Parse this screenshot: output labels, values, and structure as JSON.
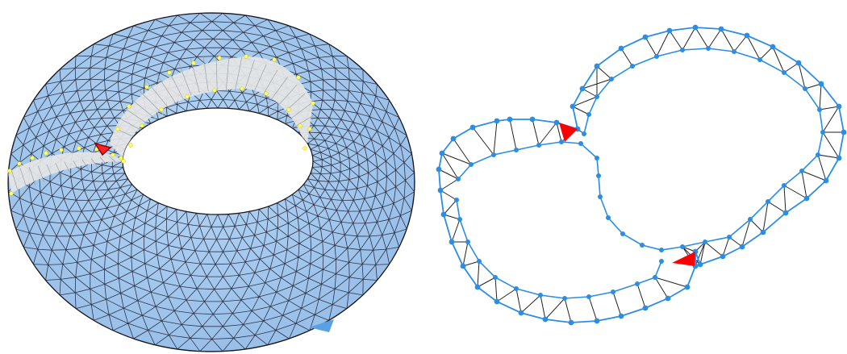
{
  "figure": {
    "panels": [
      {
        "id": "torus-mesh",
        "kind": "3d-triangulated-torus"
      },
      {
        "id": "cut-strip",
        "kind": "flattened-triangle-strip-loop"
      }
    ]
  },
  "colors": {
    "surface_fill": "#a8ccf0",
    "surface_dark": "#8fb8e3",
    "mesh_edge": "#1a1a2a",
    "band_fill": "#e6e6e6",
    "band_vertex": "#ffff66",
    "marked_triangle": "#ff0000",
    "strip_vertex": "#2b8de4",
    "strip_edge": "#2b8de4",
    "strip_inner_edge": "#222222",
    "background": "#ffffff"
  }
}
